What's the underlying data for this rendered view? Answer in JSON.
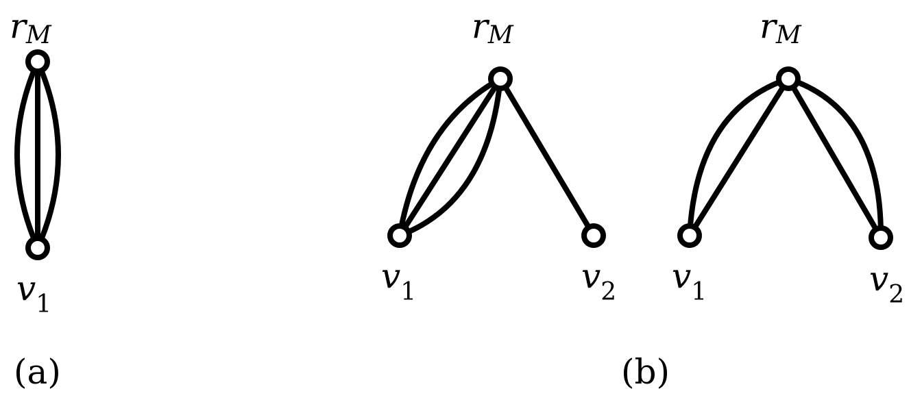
{
  "panels": [
    {
      "caption": "(a)",
      "graphs": [
        {
          "nodes": [
            {
              "id": "root",
              "label": "r",
              "sub": "M"
            },
            {
              "id": "v1",
              "label": "v",
              "sub": "1"
            }
          ],
          "edges": [
            {
              "from": "root",
              "to": "v1",
              "shape": "curve-left"
            },
            {
              "from": "root",
              "to": "v1",
              "shape": "straight"
            },
            {
              "from": "root",
              "to": "v1",
              "shape": "curve-right"
            }
          ]
        }
      ]
    },
    {
      "caption": "(b)",
      "graphs": [
        {
          "nodes": [
            {
              "id": "root",
              "label": "r",
              "sub": "M"
            },
            {
              "id": "v1",
              "label": "v",
              "sub": "1"
            },
            {
              "id": "v2",
              "label": "v",
              "sub": "2"
            }
          ],
          "edges": [
            {
              "from": "root",
              "to": "v1",
              "shape": "curve-left"
            },
            {
              "from": "root",
              "to": "v1",
              "shape": "straight"
            },
            {
              "from": "root",
              "to": "v1",
              "shape": "curve-right"
            },
            {
              "from": "root",
              "to": "v2",
              "shape": "straight"
            }
          ]
        },
        {
          "nodes": [
            {
              "id": "root",
              "label": "r",
              "sub": "M"
            },
            {
              "id": "v1",
              "label": "v",
              "sub": "1"
            },
            {
              "id": "v2",
              "label": "v",
              "sub": "2"
            }
          ],
          "edges": [
            {
              "from": "root",
              "to": "v1",
              "shape": "curve-left"
            },
            {
              "from": "root",
              "to": "v1",
              "shape": "straight"
            },
            {
              "from": "root",
              "to": "v2",
              "shape": "straight"
            },
            {
              "from": "root",
              "to": "v2",
              "shape": "curve-right"
            }
          ]
        }
      ]
    }
  ]
}
